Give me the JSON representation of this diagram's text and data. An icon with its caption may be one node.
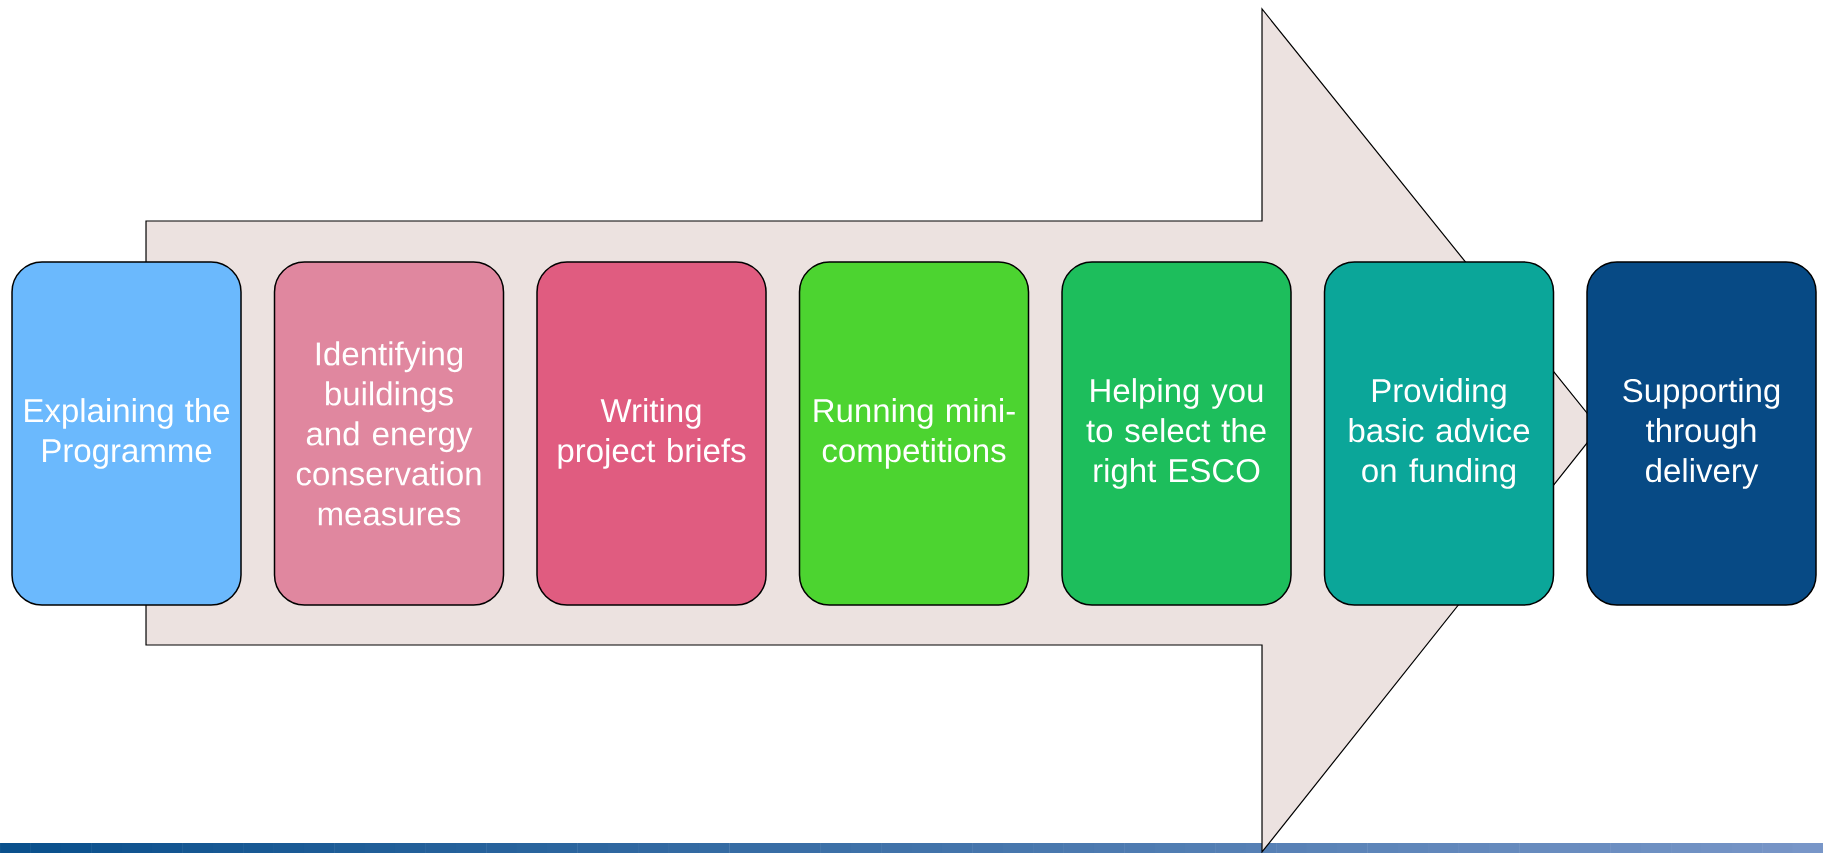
{
  "diagram": {
    "nodes": [
      {
        "text": [
          "Explaining the Programme"
        ]
      },
      {
        "text": [
          "Identifying buildings and energy conservation measures"
        ]
      },
      {
        "text": [
          "Writing project briefs"
        ]
      },
      {
        "text": [
          "Running mini-competitions"
        ]
      },
      {
        "text": [
          "Helping you to select the right ESCO"
        ]
      },
      {
        "text": [
          "Providing basic advice on funding"
        ]
      },
      {
        "text": [
          "Supporting through delivery"
        ]
      }
    ],
    "edges": [
      {
        "from": 0,
        "to": 6,
        "arrow": "to"
      }
    ]
  }
}
